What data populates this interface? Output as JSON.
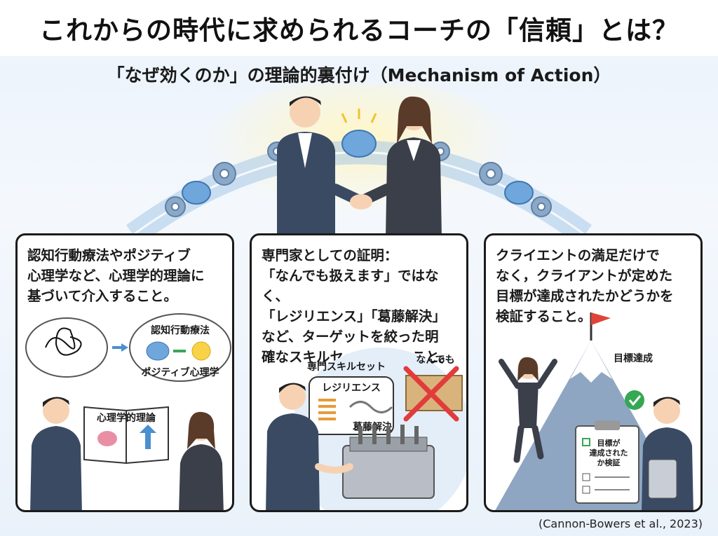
{
  "title": "これからの時代に求められるコーチの「信頼」とは？",
  "subtitle": "「なぜ効くのか」の理論的裏付け（Mechanism of Action）",
  "panels": [
    {
      "text": "認知行動療法やポジティブ\n心理学など、心理学的理論に\n基づいて介入すること。",
      "labels": {
        "thought_top": "認知行動療法",
        "thought_bottom": "ポジティブ心理学",
        "book": "心理学的理論"
      }
    },
    {
      "text": "専門家としての証明：\n「なんでも扱えます」ではなく、\n「レジリエンス」「葛藤解決」\nなど、ターゲットを絞った明\n確なスキルセットを持つこと。",
      "labels": {
        "skillset": "専門スキルセット",
        "resilience": "レジリエンス",
        "conflict": "葛藤解決",
        "anything": "なんでも"
      }
    },
    {
      "text": "クライエントの満足だけで\nなく，クライアントが定めた\n目標が達成されたかどうかを\n検証すること。",
      "labels": {
        "goal": "目標達成",
        "clipboard_1": "目標が",
        "clipboard_2": "達成された",
        "clipboard_3": "か検証"
      }
    }
  ],
  "citation": "(Cannon-Bowers et al., 2023)",
  "colors": {
    "accent_blue": "#4a8fd0",
    "suit": "#3a4a63",
    "cross_red": "#e23b3b",
    "check_green": "#34a853",
    "flag_red": "#e0433a"
  }
}
